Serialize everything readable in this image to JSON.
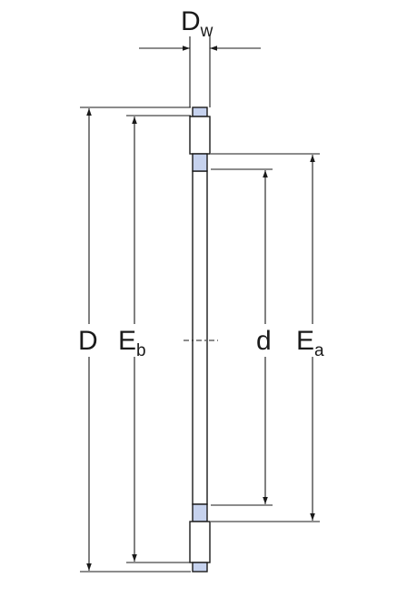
{
  "labels": {
    "dw": {
      "main": "D",
      "sub": "w"
    },
    "d_outer": {
      "main": "D"
    },
    "eb": {
      "main": "E",
      "sub": "b"
    },
    "d_inner": {
      "main": "d"
    },
    "ea": {
      "main": "E",
      "sub": "a"
    }
  },
  "colors": {
    "stroke": "#1a1a1a",
    "roller_fill": "#c6d2ee",
    "background": "#ffffff"
  }
}
